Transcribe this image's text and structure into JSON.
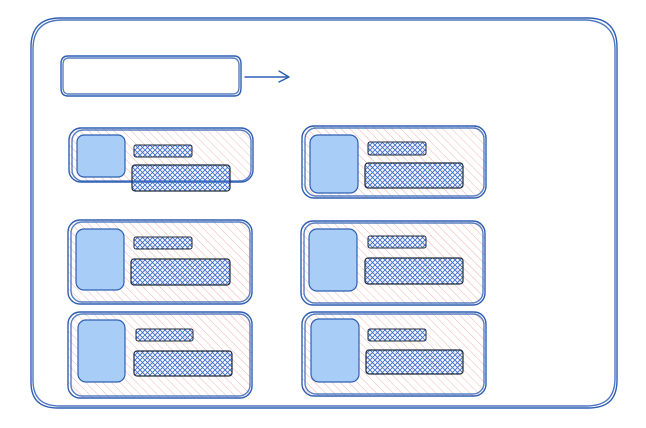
{
  "wireframe": {
    "title": "",
    "search_bar": {
      "label": ""
    },
    "cards": [
      {
        "id": 1,
        "title": "",
        "text": ""
      },
      {
        "id": 2,
        "title": "",
        "text": ""
      },
      {
        "id": 3,
        "title": "",
        "text": ""
      },
      {
        "id": 4,
        "title": "",
        "text": ""
      },
      {
        "id": 5,
        "title": "",
        "text": ""
      },
      {
        "id": 6,
        "title": "",
        "text": ""
      }
    ],
    "colors": {
      "outline": "#2f5fb3",
      "thumb_fill": "#a8cef7",
      "card_hatch": "#f3b3b3",
      "text_hatch": "#3a6fd0",
      "text_outline": "#1f2a3a"
    },
    "icons": {
      "arrow": "arrow-right-icon",
      "thumbnail": "image-placeholder-icon"
    }
  }
}
